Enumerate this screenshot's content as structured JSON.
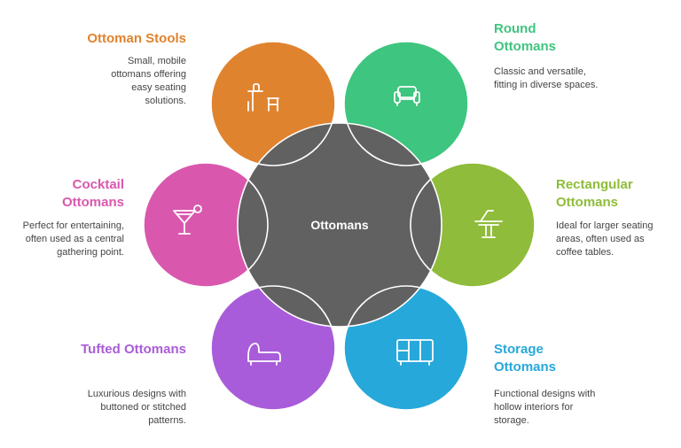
{
  "center": {
    "label": "Ottomans",
    "color": "#616161"
  },
  "items": [
    {
      "id": "stools",
      "title": "Ottoman Stools",
      "description": "Small, mobile ottomans offering easy seating solutions.",
      "color": "#E0832F",
      "icon": "bar-stool-icon"
    },
    {
      "id": "round",
      "title": "Round Ottomans",
      "description": "Classic and versatile, fitting in diverse spaces.",
      "color": "#3EC57F",
      "icon": "sofa-icon"
    },
    {
      "id": "rect",
      "title": "Rectangular Ottomans",
      "description": "Ideal for larger seating areas, often used as coffee tables.",
      "color": "#8FBC3A",
      "icon": "coffee-table-icon"
    },
    {
      "id": "storage",
      "title": "Storage Ottomans",
      "description": "Functional designs with hollow interiors for storage.",
      "color": "#26A8DA",
      "icon": "cabinet-icon"
    },
    {
      "id": "tufted",
      "title": "Tufted Ottomans",
      "description": "Luxurious designs with buttoned or stitched patterns.",
      "color": "#A95CD9",
      "icon": "chaise-lounge-icon"
    },
    {
      "id": "cocktail",
      "title": "Cocktail Ottomans",
      "description": "Perfect for entertaining, often used as a central gathering point.",
      "color": "#D958AE",
      "icon": "cocktail-glass-icon"
    }
  ]
}
